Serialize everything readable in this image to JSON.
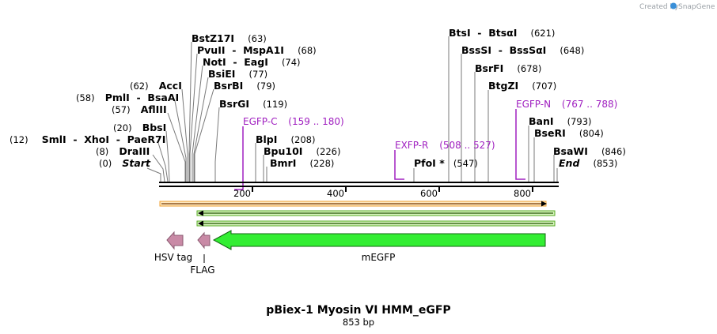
{
  "credit": {
    "prefix": "Created by",
    "brand": "SnapGene"
  },
  "title": "pBiex-1 Myosin VI HMM_eGFP",
  "subtitle": "853 bp",
  "sequence_length": 853,
  "ruler_ticks": [
    "200",
    "400",
    "600",
    "800"
  ],
  "sites_left": [
    {
      "name": "Start",
      "pos": "(0)",
      "italic": true,
      "loc": 0
    },
    {
      "name": "DraIII",
      "pos": "(8)",
      "loc": 8
    },
    {
      "name": "SmlI  -  XhoI  -  PaeR7I",
      "pos": "(12)",
      "loc": 12
    },
    {
      "name": "BbsI",
      "pos": "(20)",
      "loc": 20
    },
    {
      "name": "AflIII",
      "pos": "(57)",
      "loc": 57
    },
    {
      "name": "PmlI  -  BsaAI",
      "pos": "(58)",
      "loc": 58
    },
    {
      "name": "AccI",
      "pos": "(62)",
      "loc": 62
    }
  ],
  "sites_upper": [
    {
      "name": "BstZ17I",
      "pos": "(63)",
      "loc": 63
    },
    {
      "name": "PvuII  -  MspA1I",
      "pos": "(68)",
      "loc": 68
    },
    {
      "name": "NotI  -  EagI",
      "pos": "(74)",
      "loc": 74
    },
    {
      "name": "BsiEI",
      "pos": "(77)",
      "loc": 77
    },
    {
      "name": "BsrBI",
      "pos": "(79)",
      "loc": 79
    },
    {
      "name": "BsrGI",
      "pos": "(119)",
      "loc": 119
    }
  ],
  "sites_mid": [
    {
      "name": "BlpI",
      "pos": "(208)",
      "loc": 208
    },
    {
      "name": "Bpu10I",
      "pos": "(226)",
      "loc": 226
    },
    {
      "name": "BmrI",
      "pos": "(228)",
      "loc": 228
    },
    {
      "name": "PfoI *",
      "pos": "(547)",
      "loc": 547
    }
  ],
  "sites_right": [
    {
      "name": "BtsI  -  BtsαI",
      "pos": "(621)",
      "loc": 621
    },
    {
      "name": "BssSI  -  BssSαI",
      "pos": "(648)",
      "loc": 648
    },
    {
      "name": "BsrFI",
      "pos": "(678)",
      "loc": 678
    },
    {
      "name": "BtgZI",
      "pos": "(707)",
      "loc": 707
    },
    {
      "name": "BanI",
      "pos": "(793)",
      "loc": 793
    },
    {
      "name": "BseRI",
      "pos": "(804)",
      "loc": 804
    },
    {
      "name": "BsaWI",
      "pos": "(846)",
      "loc": 846
    },
    {
      "name": "End",
      "pos": "(853)",
      "italic": true,
      "loc": 853
    }
  ],
  "primers": [
    {
      "name": "EGFP-C",
      "range": "(159 .. 180)",
      "start": 159,
      "end": 180,
      "direction": "forward"
    },
    {
      "name": "EXFP-R",
      "range": "(508 .. 527)",
      "start": 508,
      "end": 527,
      "direction": "reverse"
    },
    {
      "name": "EGFP-N",
      "range": "(767 .. 788)",
      "start": 767,
      "end": 788,
      "direction": "reverse"
    }
  ],
  "features": [
    {
      "name": "HSV tag",
      "color": "#c98aa6",
      "direction": "reverse"
    },
    {
      "name": "FLAG",
      "color": "#c98aa6",
      "direction": "reverse"
    },
    {
      "name": "mEGFP",
      "color": "#33ee33",
      "direction": "reverse"
    }
  ],
  "colors": {
    "backbone": "#000000",
    "orf_forward": "#f0a030",
    "orf_reverse": "#55aa22",
    "primer": "#a020c0",
    "feature_pink": "#c98aa6",
    "feature_green": "#33ee33"
  }
}
